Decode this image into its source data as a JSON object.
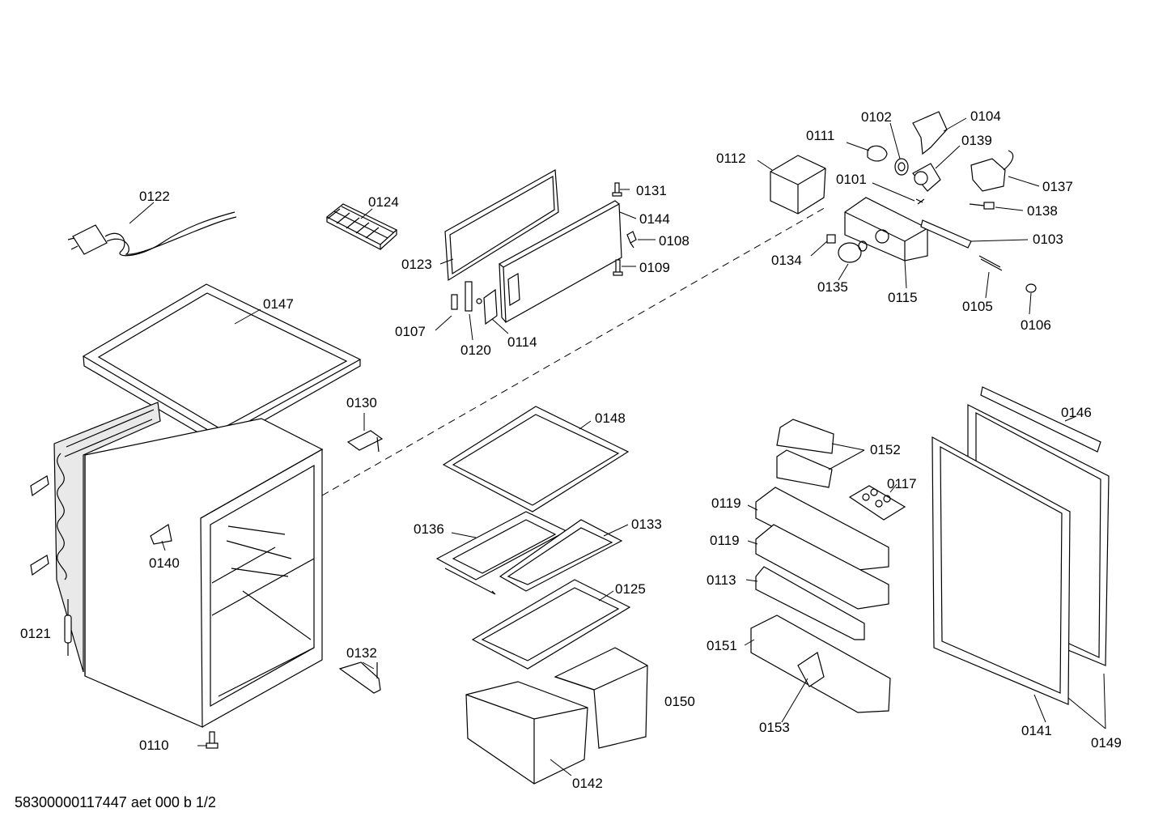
{
  "footer": "58300000117447 aet 000 b 1/2",
  "labels": {
    "p0122": "0122",
    "p0124": "0124",
    "p0123": "0123",
    "p0131": "0131",
    "p0144": "0144",
    "p0108": "0108",
    "p0109": "0109",
    "p0107": "0107",
    "p0120": "0120",
    "p0114": "0114",
    "p0147": "0147",
    "p0130": "0130",
    "p0140": "0140",
    "p0121": "0121",
    "p0132": "0132",
    "p0110": "0110",
    "p0148": "0148",
    "p0136": "0136",
    "p0133": "0133",
    "p0125": "0125",
    "p0150": "0150",
    "p0142": "0142",
    "p0111": "0111",
    "p0102": "0102",
    "p0104": "0104",
    "p0139": "0139",
    "p0112": "0112",
    "p0101": "0101",
    "p0137": "0137",
    "p0138": "0138",
    "p0103": "0103",
    "p0134": "0134",
    "p0135": "0135",
    "p0115": "0115",
    "p0105": "0105",
    "p0106": "0106",
    "p0146": "0146",
    "p0152": "0152",
    "p0117": "0117",
    "p0119a": "0119",
    "p0119b": "0119",
    "p0113": "0113",
    "p0151": "0151",
    "p0153": "0153",
    "p0141": "0141",
    "p0149": "0149"
  }
}
